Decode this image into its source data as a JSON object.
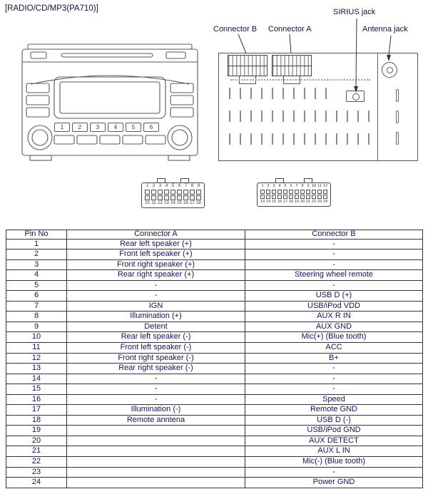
{
  "page_title": "[RADIO/CD/MP3(PA710)]",
  "callouts": {
    "connector_b": "Connector B",
    "connector_a": "Connector A",
    "sirius": "SIRIUS jack",
    "antenna": "Antenna jack"
  },
  "front_panel": {
    "presets": [
      "1",
      "2",
      "3",
      "4",
      "5",
      "6"
    ]
  },
  "pin_diagrams": {
    "a": {
      "top": [
        "1",
        "2",
        "3",
        "4",
        "5",
        "6",
        "7",
        "8",
        "9"
      ],
      "bottom": [
        "10",
        "11",
        "12",
        "13",
        "14",
        "15",
        "16",
        "17",
        "18"
      ]
    },
    "b": {
      "top": [
        "1",
        "2",
        "3",
        "4",
        "5",
        "6",
        "7",
        "8",
        "9",
        "10",
        "11",
        "12"
      ],
      "bottom": [
        "13",
        "14",
        "15",
        "16",
        "17",
        "18",
        "19",
        "20",
        "21",
        "22",
        "23",
        "24"
      ]
    }
  },
  "table": {
    "headers": [
      "Pin No",
      "Connector A",
      "Connector B"
    ],
    "rows": [
      [
        "1",
        "Rear left speaker (+)",
        "-"
      ],
      [
        "2",
        "Front left speaker (+)",
        "-"
      ],
      [
        "3",
        "Front right speaker (+)",
        "-"
      ],
      [
        "4",
        "Rear right speaker (+)",
        "Steering wheel remote"
      ],
      [
        "5",
        "-",
        "-"
      ],
      [
        "6",
        "-",
        "USB D (+)"
      ],
      [
        "7",
        "IGN",
        "USB/iPod VDD"
      ],
      [
        "8",
        "Illumination (+)",
        "AUX R IN"
      ],
      [
        "9",
        "Detent",
        "AUX GND"
      ],
      [
        "10",
        "Rear left speaker (-)",
        "Mic(+) (Blue tooth)"
      ],
      [
        "11",
        "Front left speaker (-)",
        "ACC"
      ],
      [
        "12",
        "Front right speaker (-)",
        "B+"
      ],
      [
        "13",
        "Rear right speaker (-)",
        "-"
      ],
      [
        "14",
        "-",
        "-"
      ],
      [
        "15",
        "-",
        "-"
      ],
      [
        "16",
        "-",
        "Speed"
      ],
      [
        "17",
        "Illumination (-)",
        "Remote GND"
      ],
      [
        "18",
        "Remote anntena",
        "USB D (-)"
      ],
      [
        "19",
        "",
        "USB/iPod GND"
      ],
      [
        "20",
        "",
        "AUX DETECT"
      ],
      [
        "21",
        "",
        "AUX L IN"
      ],
      [
        "22",
        "",
        "Mic(-) (Blue tooth)"
      ],
      [
        "23",
        "",
        "-"
      ],
      [
        "24",
        "",
        "Power GND"
      ]
    ]
  },
  "colors": {
    "text": "#13135c",
    "line": "#555555"
  }
}
